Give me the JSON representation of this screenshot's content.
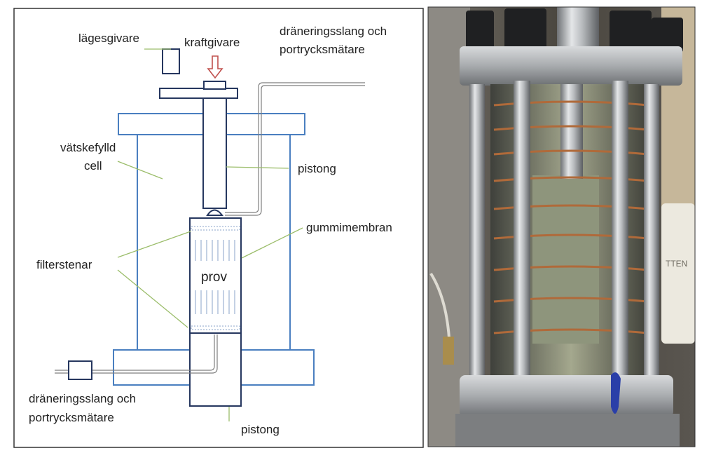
{
  "labels": {
    "position_sensor": "lägesgivare",
    "force_sensor": "kraftgivare",
    "drain_top_line1": "dräneringsslang och",
    "drain_top_line2": "portrycksmätare",
    "fluid_cell_line1": "vätskefylld",
    "fluid_cell_line2": "cell",
    "piston_top": "pistong",
    "rubber_membrane": "gummimembran",
    "filter_stones": "filterstenar",
    "sample": "prov",
    "drain_bottom_line1": "dräneringsslang och",
    "drain_bottom_line2": "portrycksmätare",
    "piston_bottom": "pistong"
  },
  "photo": {
    "bottle_text": "TTEN"
  },
  "colors": {
    "cell_wall": "#4a7fc0",
    "sample_outline": "#26375f",
    "leader_line": "#9bbd6a",
    "force_arrow": "#c0504d",
    "frame": "#333333"
  }
}
